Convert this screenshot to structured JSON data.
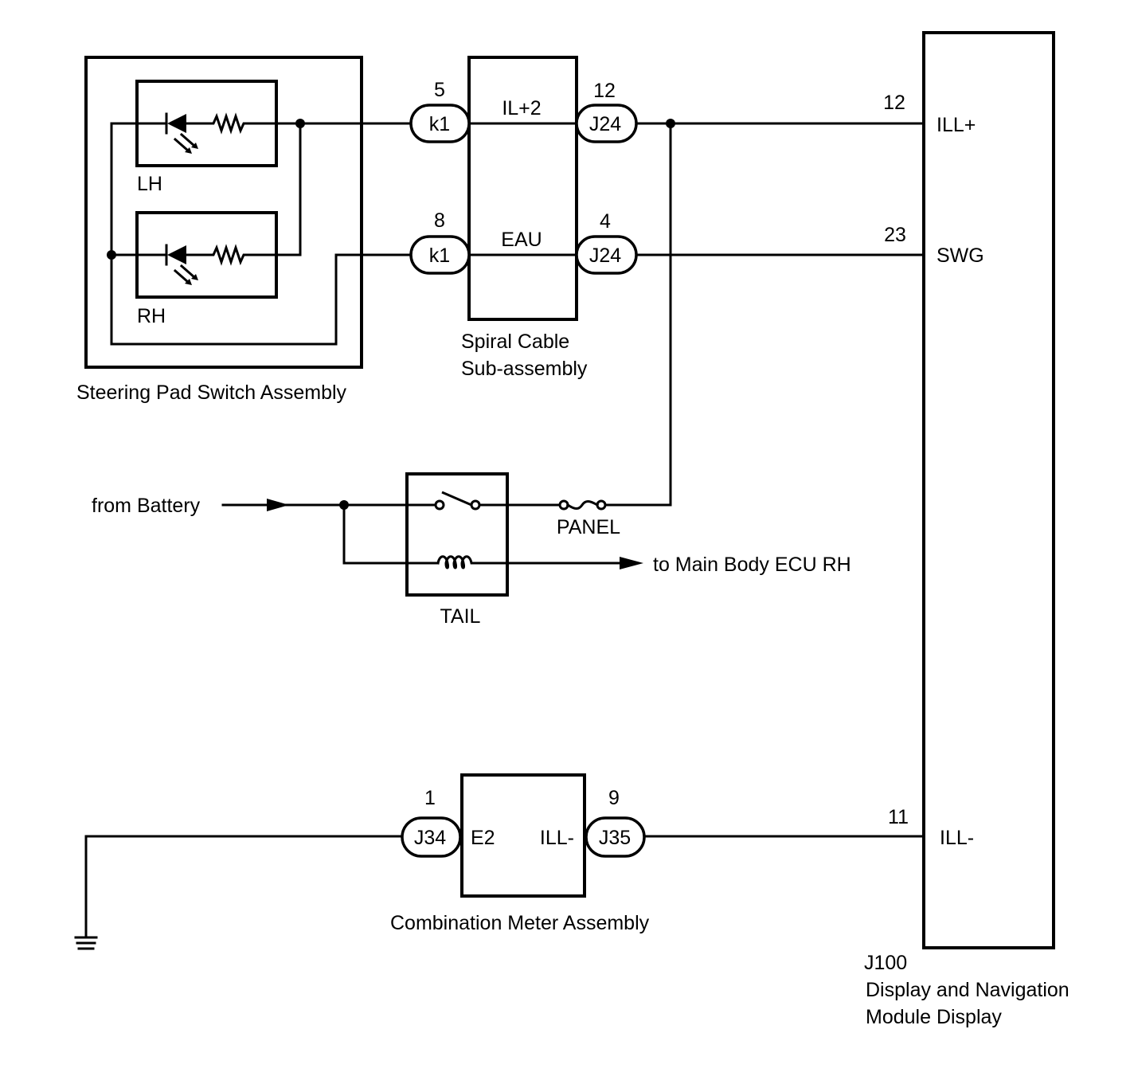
{
  "components": {
    "steering_pad": {
      "name": "Steering Pad Switch Assembly",
      "lh_label": "LH",
      "rh_label": "RH"
    },
    "spiral_cable": {
      "name_line1": "Spiral Cable",
      "name_line2": "Sub-assembly",
      "term_top": "IL+2",
      "term_bottom": "EAU"
    },
    "combination_meter": {
      "name": "Combination Meter Assembly",
      "term_left": "E2",
      "term_right": "ILL-"
    },
    "display_module": {
      "code": "J100",
      "name_line1": "Display and Navigation",
      "name_line2": "Module Display",
      "term_ill_plus": "ILL+",
      "term_swg": "SWG",
      "term_ill_minus": "ILL-"
    },
    "tail_relay": {
      "name": "TAIL"
    },
    "panel_fuse": {
      "name": "PANEL"
    }
  },
  "connectors": {
    "k1_top": {
      "label": "k1",
      "pin": "5"
    },
    "k1_bottom": {
      "label": "k1",
      "pin": "8"
    },
    "j24_top": {
      "label": "J24",
      "pin": "12"
    },
    "j24_bottom": {
      "label": "J24",
      "pin": "4"
    },
    "j34": {
      "label": "J34",
      "pin": "1"
    },
    "j35": {
      "label": "J35",
      "pin": "9"
    }
  },
  "pins": {
    "ill_plus": "12",
    "swg": "23",
    "ill_minus": "11"
  },
  "labels": {
    "from_battery": "from Battery",
    "to_main_body_ecu": "to Main Body ECU RH"
  }
}
